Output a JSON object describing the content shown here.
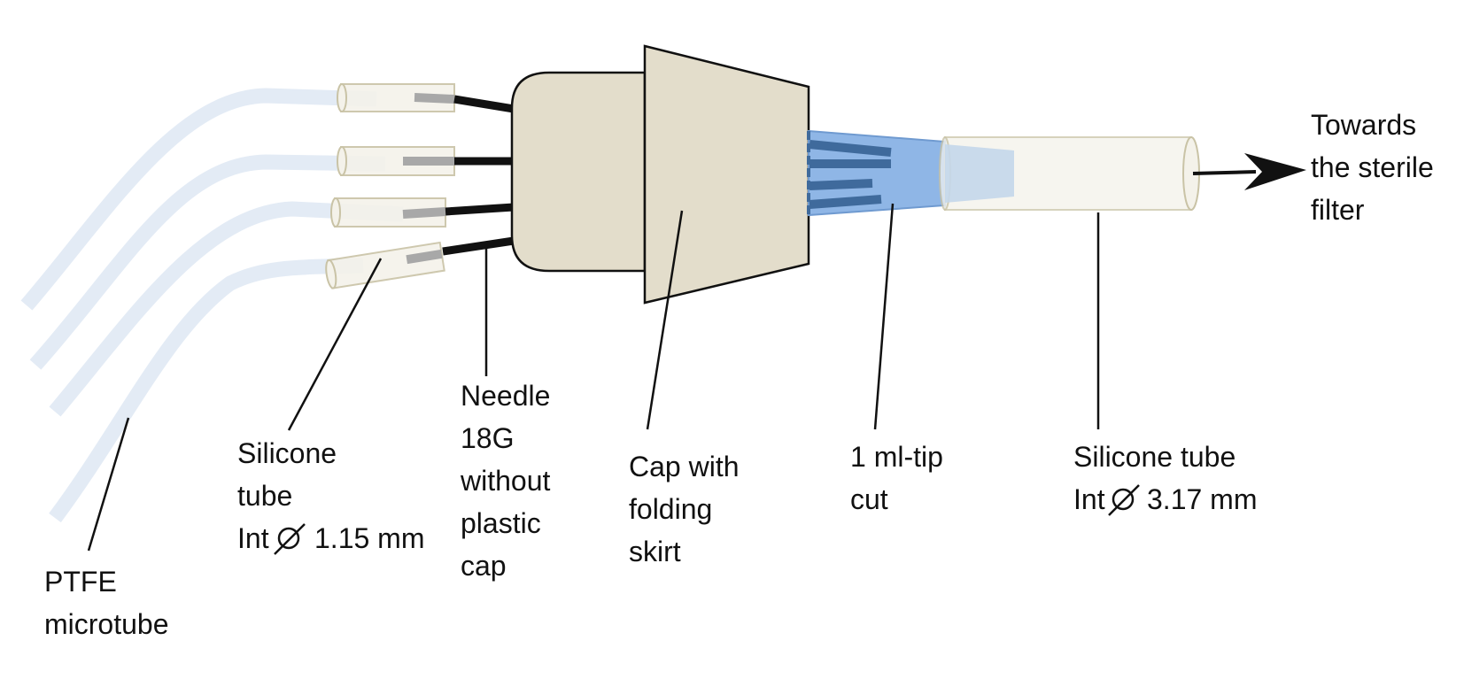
{
  "labels": {
    "ptfe": [
      "PTFE",
      "microtube"
    ],
    "silicone_small": [
      "Silicone",
      "tube",
      "Int",
      "1.15 mm"
    ],
    "needle": [
      "Needle",
      "18G",
      "without",
      "plastic",
      "cap"
    ],
    "cap": [
      "Cap with",
      "folding",
      "skirt"
    ],
    "tip": [
      "1 ml-tip",
      "cut"
    ],
    "silicone_large": [
      "Silicone tube",
      "Int",
      "3.17 mm"
    ],
    "filter": [
      "Towards",
      "the sterile",
      "filter"
    ]
  },
  "colors": {
    "microtube": "#e3ebf5",
    "silicone_fill": "#f4f2ea",
    "silicone_stroke": "#c9c3a6",
    "cap_fill": "#e3ddcb",
    "tip_fill": "#8fb6e6",
    "tip_dark": "#3f6a9c",
    "needle": "#111111",
    "needle_tip": "#a8a8a8"
  },
  "icons": [
    "diameter-symbol-icon",
    "arrow-right-icon"
  ]
}
